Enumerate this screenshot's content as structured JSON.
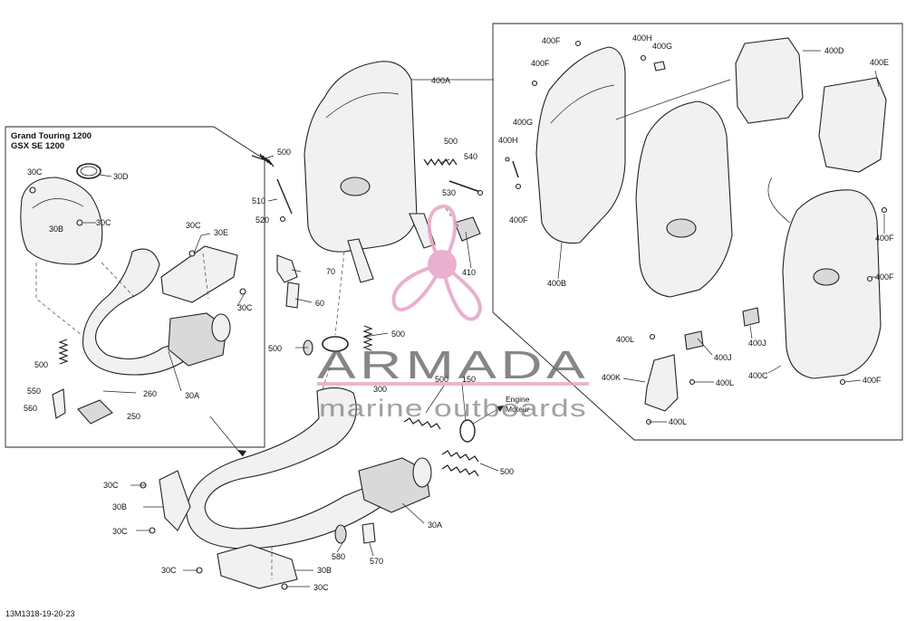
{
  "inset": {
    "title_line1": "Grand Touring 1200",
    "title_line2": "GSX SE 1200"
  },
  "watermark": {
    "brand": "ARMADA",
    "tagline": "marine outboards",
    "accent_color": "#e7a3c6",
    "text_color": "#5e5e5e"
  },
  "engine_note": {
    "line1": "Engine",
    "line2": "Moteur"
  },
  "drawing_code": "13M1318-19-20-23",
  "labels": {
    "l_30D": "30D",
    "l_30C_a": "30C",
    "l_30C_b": "30C",
    "l_30C_c": "30C",
    "l_30C_d": "30C",
    "l_30B_a": "30B",
    "l_30E": "30E",
    "l_30A_a": "30A",
    "l_500_a": "500",
    "l_550": "550",
    "l_560": "560",
    "l_260": "260",
    "l_250": "250",
    "l_500_b": "500",
    "l_510": "510",
    "l_520": "520",
    "l_70": "70",
    "l_60": "60",
    "l_500_c": "500",
    "l_540": "540",
    "l_530": "530",
    "l_410": "410",
    "l_400A": "400A",
    "l_500_d": "500",
    "l_500_e": "500",
    "l_300": "300",
    "l_500_f": "500",
    "l_150": "150",
    "l_500_g": "500",
    "l_30C_e": "30C",
    "l_30B_b": "30B",
    "l_30C_f": "30C",
    "l_30A_b": "30A",
    "l_580": "580",
    "l_570": "570",
    "l_30C_g": "30C",
    "l_30B_c": "30B",
    "l_30C_h": "30C",
    "l_400F_a": "400F",
    "l_400H_a": "400H",
    "l_400G_a": "400G",
    "l_400F_b": "400F",
    "l_400G_b": "400G",
    "l_400H_b": "400H",
    "l_400F_c": "400F",
    "l_400B": "400B",
    "l_400D": "400D",
    "l_400E": "400E",
    "l_400F_d": "400F",
    "l_400F_e": "400F",
    "l_400L_a": "400L",
    "l_400J_a": "400J",
    "l_400J_b": "400J",
    "l_400K": "400K",
    "l_400L_b": "400L",
    "l_400L_c": "400L",
    "l_400C": "400C",
    "l_400F_f": "400F"
  }
}
